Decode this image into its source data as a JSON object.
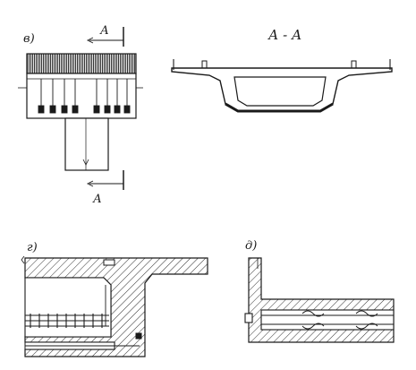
{
  "labels": {
    "panel_v": "в)",
    "section_title": "А - А",
    "section_mark_top": "А",
    "section_mark_bottom": "А",
    "panel_g": "г)",
    "panel_d": "д)"
  },
  "colors": {
    "ink": "#1a1a1a",
    "paper": "#ffffff"
  }
}
